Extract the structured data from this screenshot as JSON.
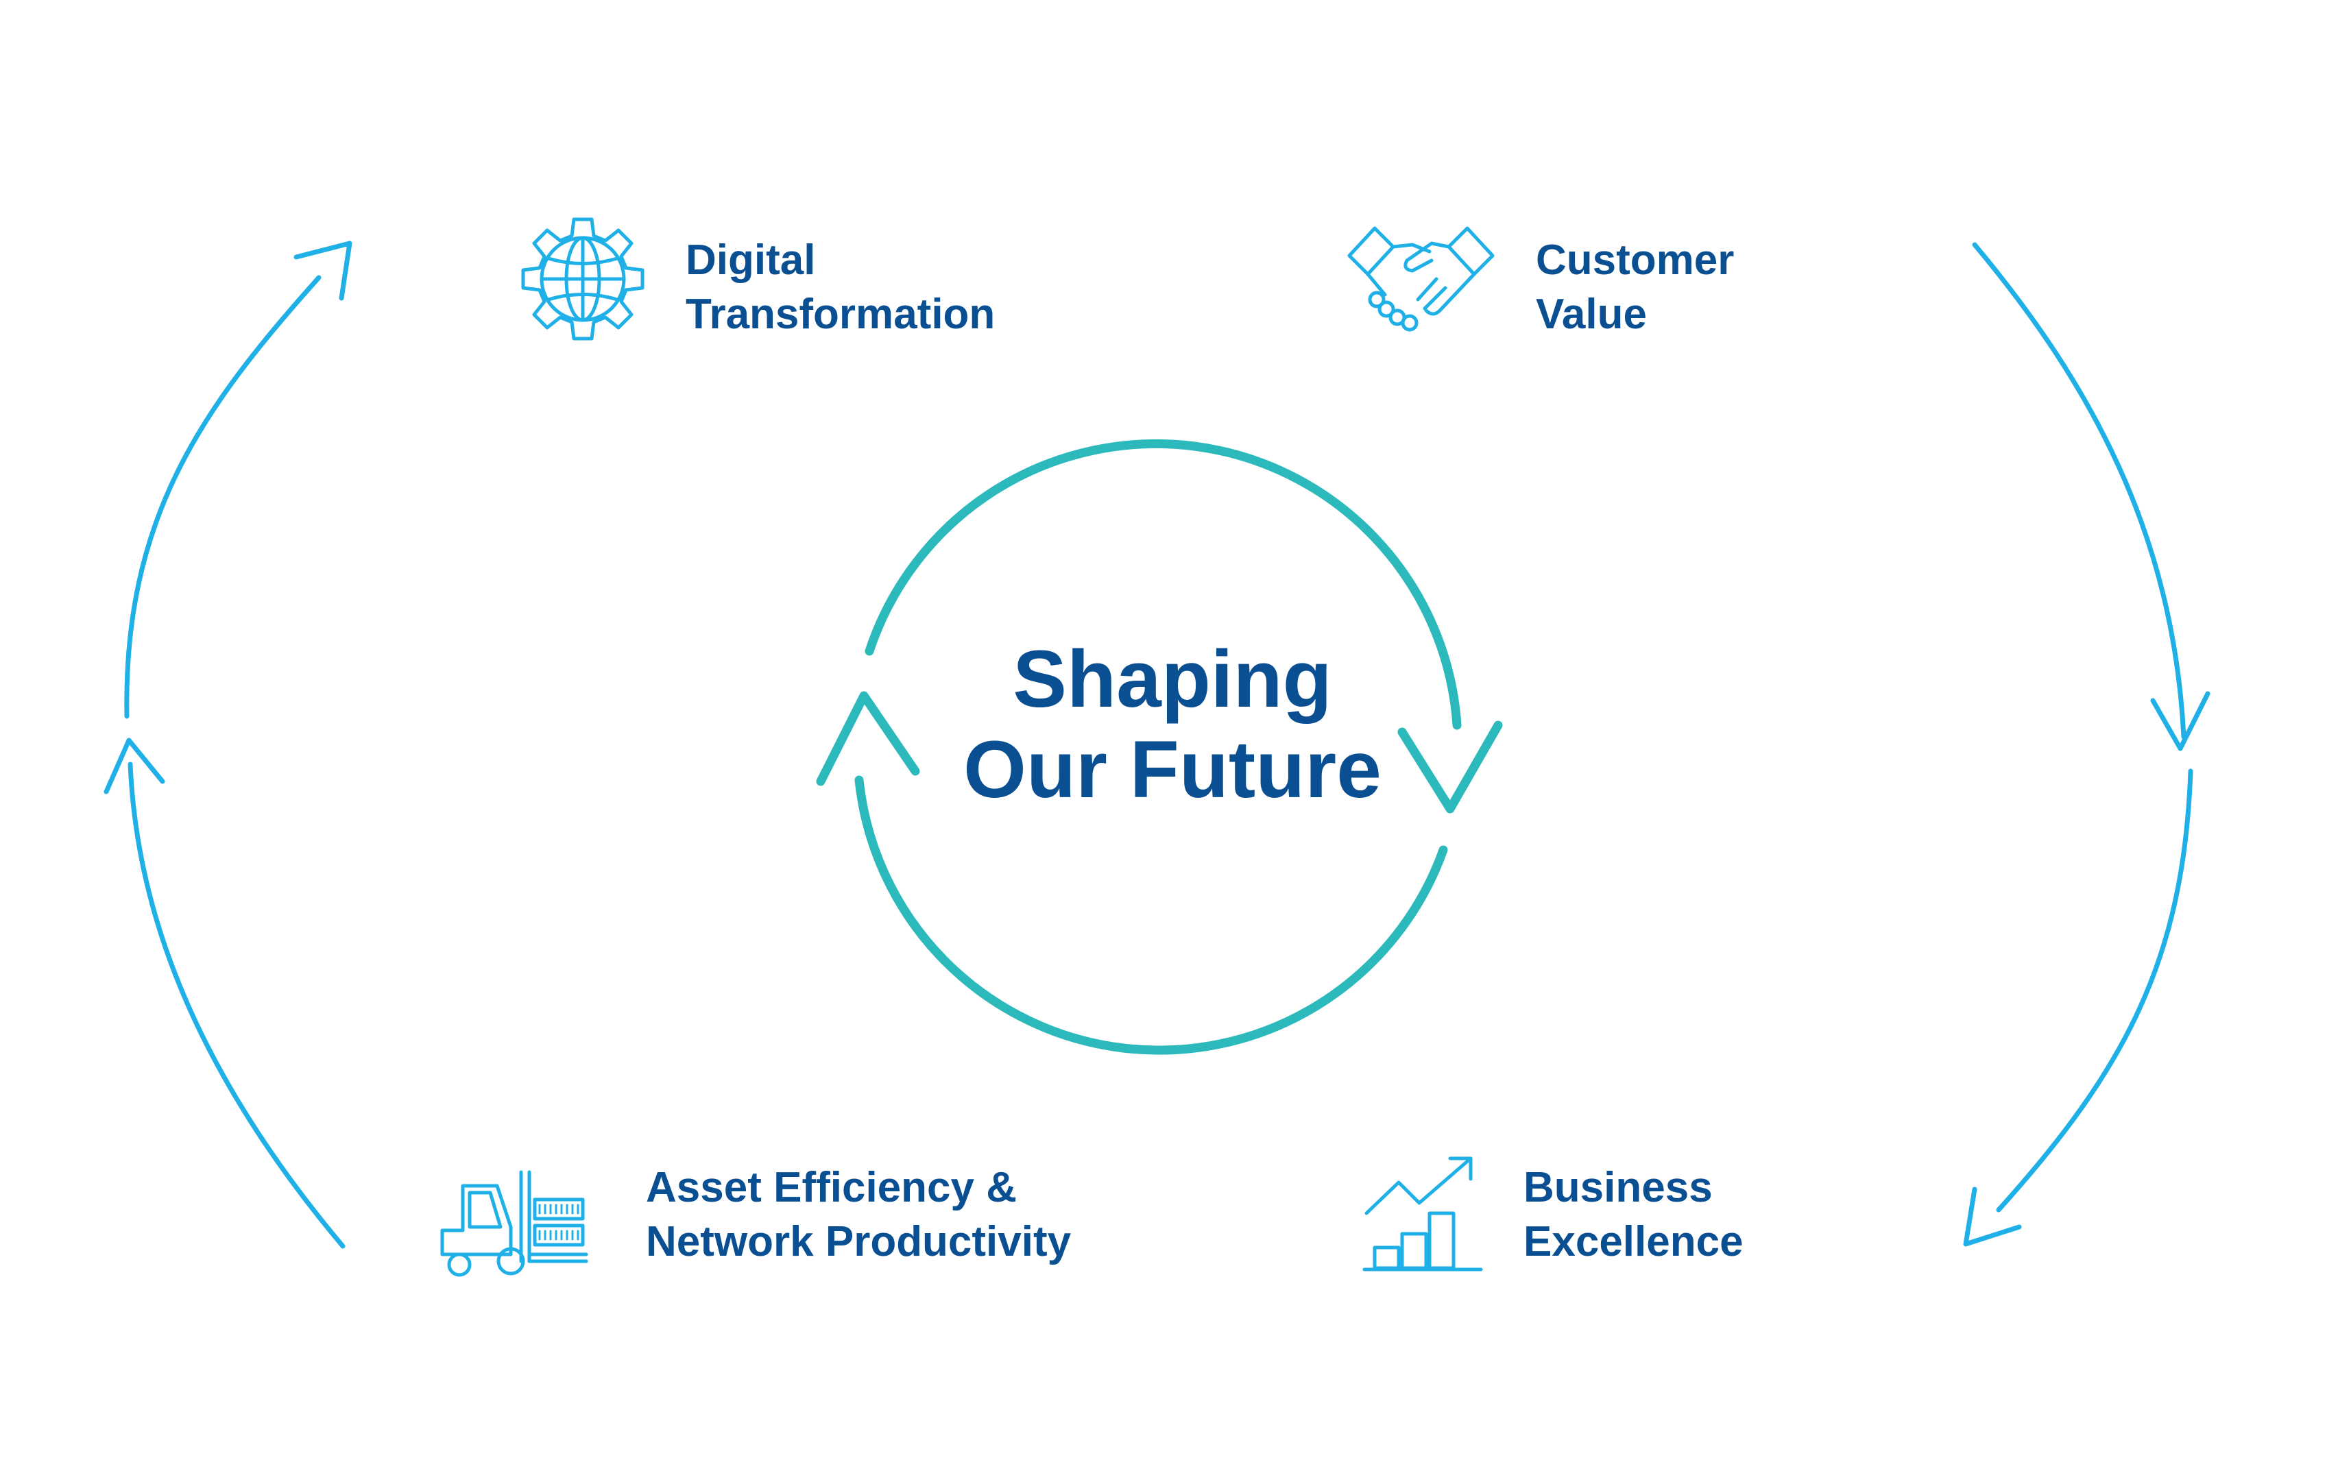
{
  "center": {
    "line1": "Shaping",
    "line2": "Our Future"
  },
  "pillars": {
    "digital_transformation": {
      "line1": "Digital",
      "line2": "Transformation",
      "icon": "globe-gear-icon"
    },
    "customer_value": {
      "line1": "Customer",
      "line2": "Value",
      "icon": "handshake-icon"
    },
    "asset_efficiency": {
      "line1": "Asset Efficiency &",
      "line2": "Network Productivity",
      "icon": "forklift-icon"
    },
    "business_excellence": {
      "line1": "Business",
      "line2": "Excellence",
      "icon": "growth-chart-icon"
    }
  },
  "colors": {
    "text": "#0b4f93",
    "icon": "#1eb0e6",
    "outer_arrows": "#1eb0e6",
    "center_cycle": "#2bb9bc"
  }
}
